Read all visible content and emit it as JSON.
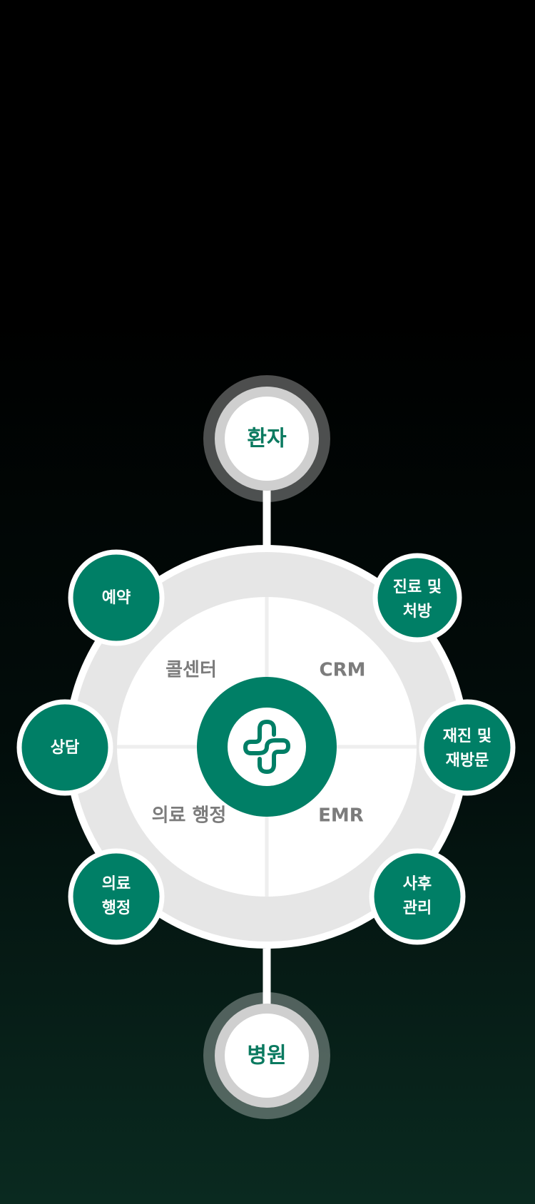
{
  "patient": {
    "label": "환자"
  },
  "hospital": {
    "label": "병원"
  },
  "quadrants": {
    "top_left": "콜센터",
    "top_right": "CRM",
    "bottom_left": "의료 행정",
    "bottom_right": "EMR"
  },
  "nodes": {
    "reservation": {
      "lines": [
        "예약"
      ]
    },
    "consultation": {
      "lines": [
        "상담"
      ]
    },
    "medical_admin": {
      "lines": [
        "의료",
        "행정"
      ]
    },
    "treatment_prescription": {
      "lines": [
        "진료 및",
        "처방"
      ]
    },
    "revisit": {
      "lines": [
        "재진 및",
        "재방문"
      ]
    },
    "aftercare": {
      "lines": [
        "사후",
        "관리"
      ]
    }
  },
  "center": {
    "icon": "medical-cross-logo-icon"
  },
  "colors": {
    "brand_green": "#007f66",
    "ring_gray": "#e6e6e6",
    "label_gray": "#7c7c7c",
    "white": "#ffffff"
  }
}
